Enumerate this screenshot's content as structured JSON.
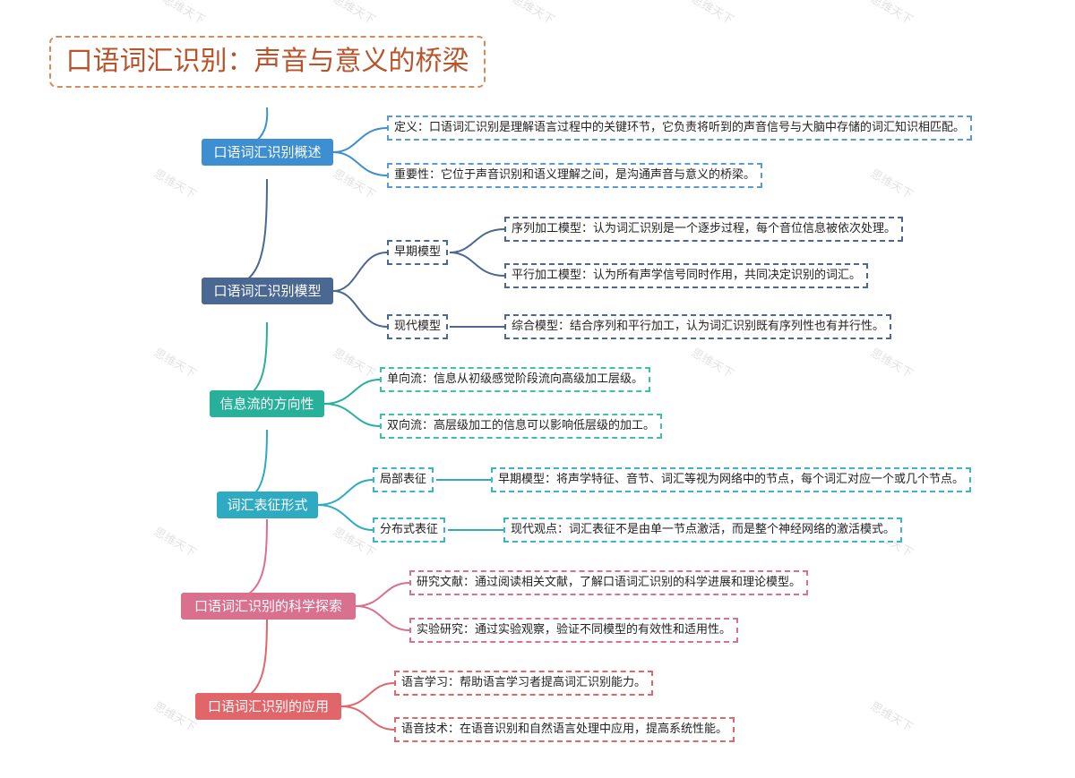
{
  "title": "口语词汇识别：声音与意义的桥梁",
  "watermark": "思维天下",
  "colors": {
    "root_border": "#d9895a",
    "blue": "#3d8fd1",
    "slate": "#4a6891",
    "teal": "#27b09a",
    "cyan": "#2eaac2",
    "pink": "#d9708e",
    "red": "#e0666a"
  },
  "branches": [
    {
      "label": "口语词汇识别概述",
      "leaves": [
        "定义：口语词汇识别是理解语言过程中的关键环节，它负责将听到的声音信号与大脑中存储的词汇知识相匹配。",
        "重要性：它位于声音识别和语义理解之间，是沟通声音与意义的桥梁。"
      ]
    },
    {
      "label": "口语词汇识别模型",
      "subgroups": [
        {
          "label": "早期模型",
          "leaves": [
            "序列加工模型：认为词汇识别是一个逐步过程，每个音位信息被依次处理。",
            "平行加工模型：认为所有声学信号同时作用，共同决定识别的词汇。"
          ]
        },
        {
          "label": "现代模型",
          "leaves": [
            "综合模型：结合序列和平行加工，认为词汇识别既有序列性也有并行性。"
          ]
        }
      ]
    },
    {
      "label": "信息流的方向性",
      "leaves": [
        "单向流：信息从初级感觉阶段流向高级加工层级。",
        "双向流：高层级加工的信息可以影响低层级的加工。"
      ]
    },
    {
      "label": "词汇表征形式",
      "subgroups": [
        {
          "label": "局部表征",
          "leaves": [
            "早期模型：将声学特征、音节、词汇等视为网络中的节点，每个词汇对应一个或几个节点。"
          ]
        },
        {
          "label": "分布式表征",
          "leaves": [
            "现代观点：词汇表征不是由单一节点激活，而是整个神经网络的激活模式。"
          ]
        }
      ]
    },
    {
      "label": "口语词汇识别的科学探索",
      "leaves": [
        "研究文献：通过阅读相关文献，了解口语词汇识别的科学进展和理论模型。",
        "实验研究：通过实验观察，验证不同模型的有效性和适用性。"
      ]
    },
    {
      "label": "口语词汇识别的应用",
      "leaves": [
        "语言学习：帮助语言学习者提高词汇识别能力。",
        "语音技术：在语音识别和自然语言处理中应用，提高系统性能。"
      ]
    }
  ]
}
